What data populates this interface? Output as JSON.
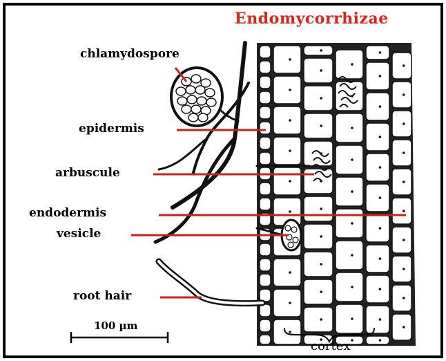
{
  "title": "Endomycorrhizae",
  "labels": {
    "chlamydospore": "chlamydospore",
    "epidermis": "epidermis",
    "arbuscule": "arbuscule",
    "endodermis": "endodermis",
    "vesicle": "vesicle",
    "root_hair": "root hair",
    "cortex": "cortex"
  },
  "scale_bar": "100 µm",
  "colors": {
    "title": "#e32119",
    "leader": "#cc1f1f",
    "ink": "#000000",
    "cell_fill": "#ffffff"
  }
}
